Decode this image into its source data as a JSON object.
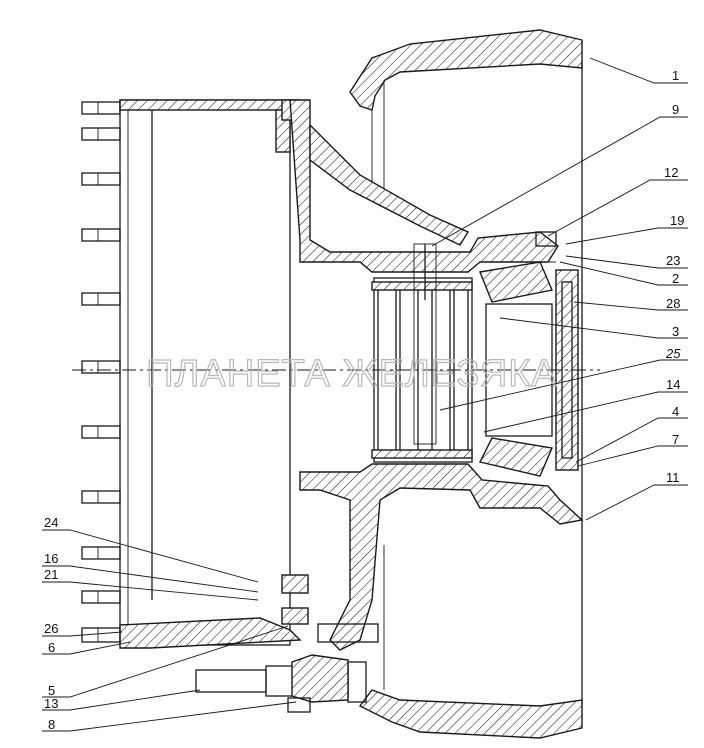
{
  "watermark": "ПЛАНЕТА ЖЕЛЕЗЯКА",
  "callouts": [
    {
      "id": "c1",
      "text": "1"
    },
    {
      "id": "c9",
      "text": "9"
    },
    {
      "id": "c12",
      "text": "12"
    },
    {
      "id": "c19",
      "text": "19"
    },
    {
      "id": "c23",
      "text": "23"
    },
    {
      "id": "c2",
      "text": "2"
    },
    {
      "id": "c28",
      "text": "28"
    },
    {
      "id": "c3",
      "text": "3"
    },
    {
      "id": "c25",
      "text": "25"
    },
    {
      "id": "c14",
      "text": "14"
    },
    {
      "id": "c4",
      "text": "4"
    },
    {
      "id": "c7",
      "text": "7"
    },
    {
      "id": "c11",
      "text": "11"
    },
    {
      "id": "c24",
      "text": "24"
    },
    {
      "id": "c16",
      "text": "16"
    },
    {
      "id": "c21",
      "text": "21"
    },
    {
      "id": "c26",
      "text": "26"
    },
    {
      "id": "c6",
      "text": "6"
    },
    {
      "id": "c5",
      "text": "5"
    },
    {
      "id": "c13",
      "text": "13"
    },
    {
      "id": "c8",
      "text": "8"
    }
  ]
}
